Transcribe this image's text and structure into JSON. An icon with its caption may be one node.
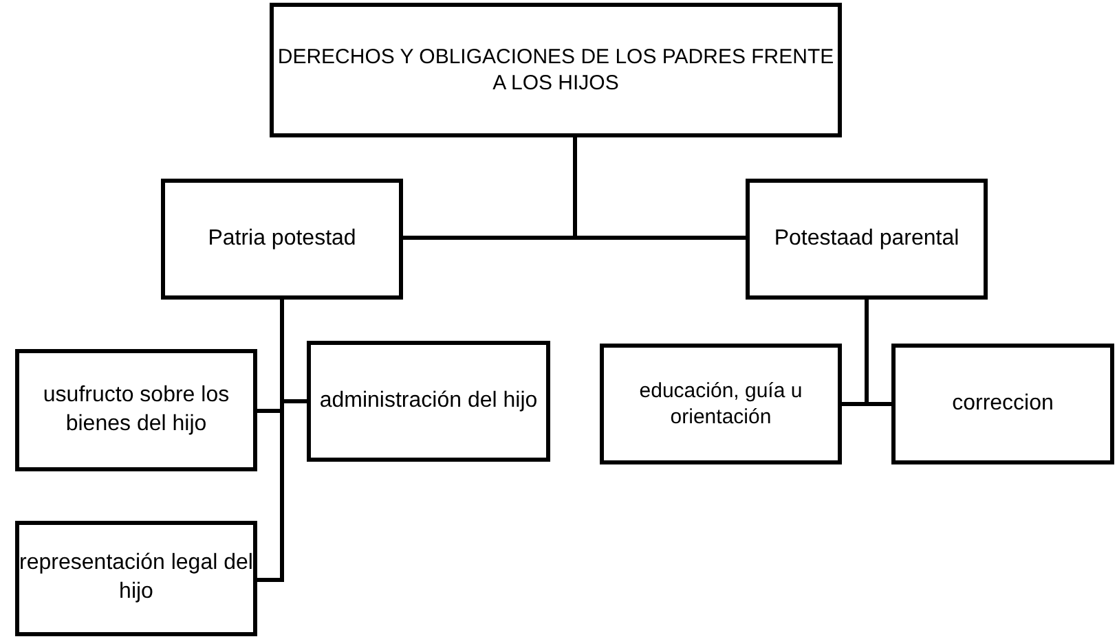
{
  "diagram": {
    "nodes": [
      {
        "text": [
          "DERECHOS Y OBLIGACIONES DE LOS PADRES FRENTE A LOS HIJOS"
        ]
      },
      {
        "text": [
          "Patria potestad"
        ]
      },
      {
        "text": [
          "Potestaad parental"
        ]
      },
      {
        "text": [
          "usufructo sobre los bienes del hijo"
        ]
      },
      {
        "text": [
          "administración del hijo"
        ]
      },
      {
        "text": [
          "representación legal del hijo"
        ]
      },
      {
        "text": [
          "educación, guía u orientación"
        ]
      },
      {
        "text": [
          "correccion"
        ]
      }
    ],
    "edges": [
      {
        "from": 0,
        "to": 1,
        "arrow": "none"
      },
      {
        "from": 0,
        "to": 2,
        "arrow": "none"
      },
      {
        "from": 1,
        "to": 3,
        "arrow": "none"
      },
      {
        "from": 1,
        "to": 4,
        "arrow": "none"
      },
      {
        "from": 1,
        "to": 5,
        "arrow": "none"
      },
      {
        "from": 2,
        "to": 6,
        "arrow": "none"
      },
      {
        "from": 2,
        "to": 7,
        "arrow": "none"
      }
    ]
  }
}
